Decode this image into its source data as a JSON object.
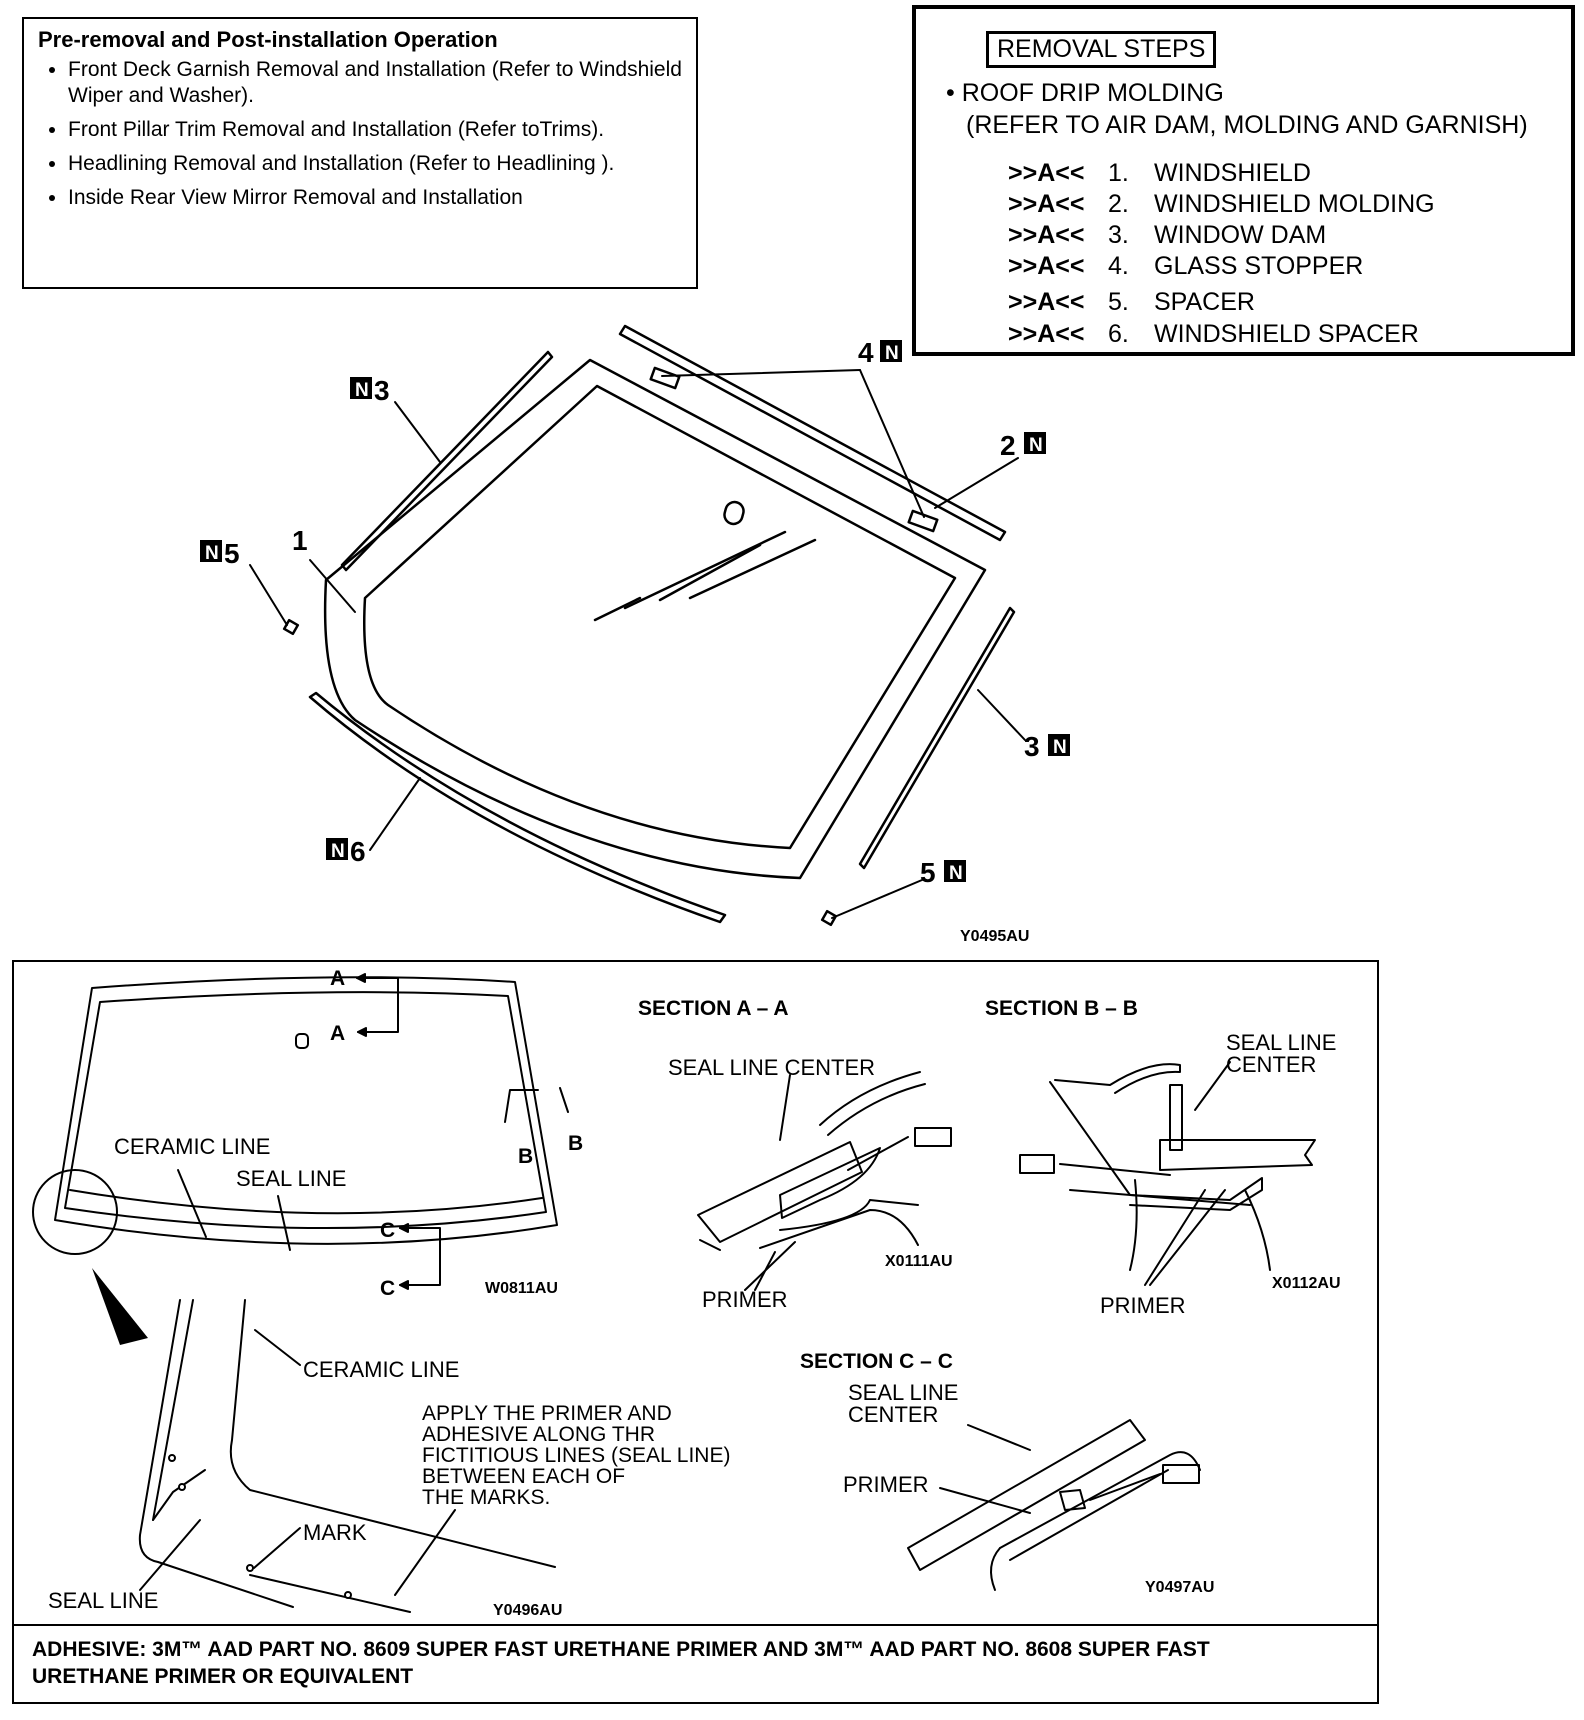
{
  "pre_removal": {
    "title": "Pre-removal and Post-installation Operation",
    "items": [
      "Front Deck Garnish Removal and Installation (Refer to Windshield Wiper and Washer).",
      "Front Pillar Trim Removal and Installation (Refer toTrims).",
      "Headlining Removal and Installation (Refer to Headlining ).",
      "Inside Rear View Mirror Removal and Installation"
    ]
  },
  "removal_steps": {
    "header": "REMOVAL STEPS",
    "roof_line1": "• ROOF DRIP MOLDING",
    "roof_line2": "(REFER TO AIR DAM, MOLDING AND GARNISH)",
    "steps": [
      {
        "mark": ">>A<<",
        "num": "1.",
        "name": "WINDSHIELD"
      },
      {
        "mark": ">>A<<",
        "num": "2.",
        "name": "WINDSHIELD MOLDING"
      },
      {
        "mark": ">>A<<",
        "num": "3.",
        "name": "WINDOW DAM"
      },
      {
        "mark": ">>A<<",
        "num": "4.",
        "name": "GLASS STOPPER"
      },
      {
        "mark": ">>A<<",
        "num": "5.",
        "name": "SPACER"
      },
      {
        "mark": ">>A<<",
        "num": "6.",
        "name": "WINDSHIELD SPACER"
      }
    ]
  },
  "exploded": {
    "callouts": {
      "c1": "1",
      "c2": "2",
      "c3": "3",
      "c4": "4",
      "c5": "5",
      "c6": "6",
      "n": "N"
    },
    "code": "Y0495AU"
  },
  "detail": {
    "sections": {
      "aa": "SECTION A – A",
      "bb": "SECTION B – B",
      "cc": "SECTION C – C"
    },
    "letters": {
      "a": "A",
      "b": "B",
      "c": "C"
    },
    "labels": {
      "ceramic_line": "CERAMIC LINE",
      "seal_line": "SEAL LINE",
      "seal_line_center": "SEAL LINE CENTER",
      "seal_line_center_1": "SEAL LINE",
      "seal_line_center_2": "CENTER",
      "primer": "PRIMER",
      "mark": "MARK"
    },
    "apply_note": [
      "APPLY THE PRIMER AND",
      "ADHESIVE ALONG THR",
      "FICTITIOUS LINES (SEAL LINE)",
      "BETWEEN EACH OF",
      "THE MARKS."
    ],
    "codes": {
      "w0811": "W0811AU",
      "x0111": "X0111AU",
      "x0112": "X0112AU",
      "y0496": "Y0496AU",
      "y0497": "Y0497AU"
    }
  },
  "adhesive": {
    "line1": "ADHESIVE: 3M™ AAD PART NO. 8609 SUPER FAST URETHANE PRIMER AND 3M™ AAD PART NO. 8608 SUPER FAST",
    "line2": "URETHANE PRIMER OR EQUIVALENT"
  }
}
